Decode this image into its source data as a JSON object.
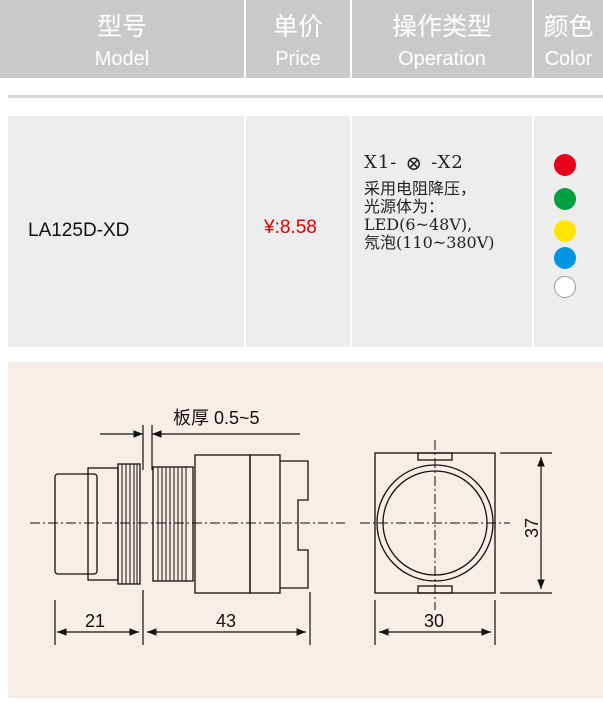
{
  "header": {
    "model": {
      "cn": "型号",
      "en": "Model"
    },
    "price": {
      "cn": "单价",
      "en": "Price"
    },
    "operation": {
      "cn": "操作类型",
      "en": "Operation"
    },
    "color": {
      "cn": "颜色",
      "en": "Color"
    }
  },
  "product": {
    "model": "LA125D-XD",
    "price": "¥:8.58",
    "operation": {
      "line1_prefix": "X1-",
      "line1_symbol": "⊗",
      "line1_suffix": "-X2",
      "line2": "采用电阻降压，",
      "line3": "光源体为：",
      "line4": "LED(6~48V),",
      "line5": "氖泡(110~380V)"
    },
    "colors": [
      "#e8001c",
      "#00a040",
      "#ffe600",
      "#0095e0",
      "#ffffff"
    ]
  },
  "drawing": {
    "plate_label": "板厚 0.5~5",
    "dim_21": "21",
    "dim_43": "43",
    "dim_30": "30",
    "dim_37": "37"
  }
}
